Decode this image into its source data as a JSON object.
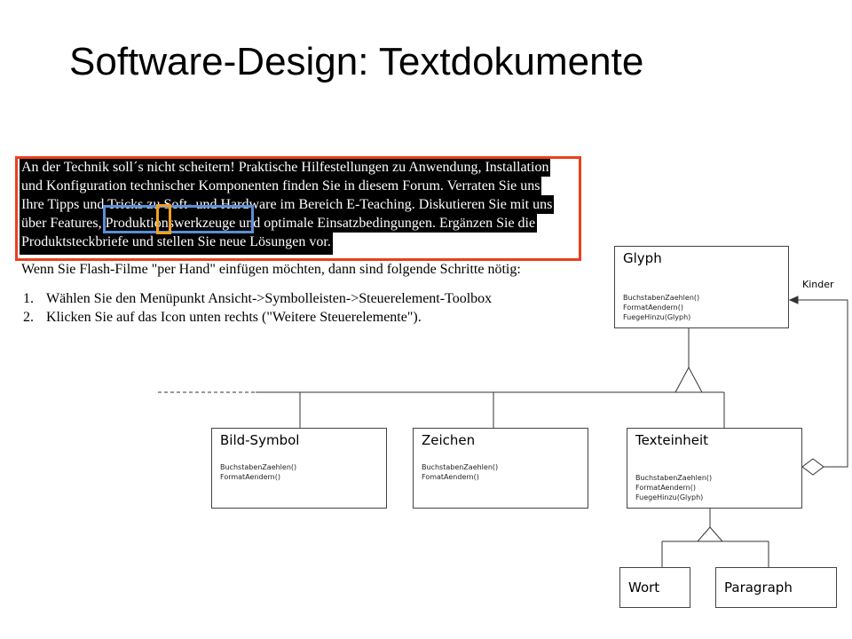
{
  "title": "Software-Design: Textdokumente",
  "document": {
    "highlighted_lines": [
      "An der Technik soll´s nicht scheitern! Praktische Hilfestellungen zu Anwendung, Installation",
      "und Konfiguration technischer Komponenten finden Sie in diesem Forum. Verraten Sie uns",
      "Ihre Tipps und Tricks zu Soft- und Hardware im Bereich E-Teaching. Diskutieren Sie mit uns",
      "über Features, Produktionswerkzeuge und optimale Einsatzbedingungen. Ergänzen Sie die",
      "Produktsteckbriefe und stellen Sie neue Lösungen vor."
    ],
    "normal_line": "Wenn Sie Flash-Filme \"per Hand\" einfügen möchten, dann sind folgende Schritte nötig:",
    "list": [
      {
        "num": "1.",
        "text": "Wählen Sie den Menüpunkt Ansicht->Symbolleisten->Steuerelement-Toolbox"
      },
      {
        "num": "2.",
        "text": "Klicken Sie auf das Icon unten rechts (\"Weitere Steuerelemente\")."
      }
    ],
    "highlight_colors": {
      "paragraph": "#e8401c",
      "word": "#5b8fd6",
      "character": "#f0a020"
    }
  },
  "diagram": {
    "glyph": {
      "name": "Glyph",
      "ops": [
        "BuchstabenZaehlen()",
        "FormatAendern()",
        "FuegeHinzu(Glyph)"
      ]
    },
    "bild_symbol": {
      "name": "Bild-Symbol",
      "ops": [
        "BuchstabenZaehlen()",
        "FormatAendern()"
      ]
    },
    "zeichen": {
      "name": "Zeichen",
      "ops": [
        "BuchstabenZaehlen()",
        "FomatAendern()"
      ]
    },
    "texteinheit": {
      "name": "Texteinheit",
      "ops": [
        "BuchstabenZaehlen()",
        "FormatAendern()",
        "FuegeHinzu(Glyph)"
      ]
    },
    "wort": {
      "name": "Wort"
    },
    "paragraph": {
      "name": "Paragraph"
    },
    "kinder_label": "Kinder"
  }
}
